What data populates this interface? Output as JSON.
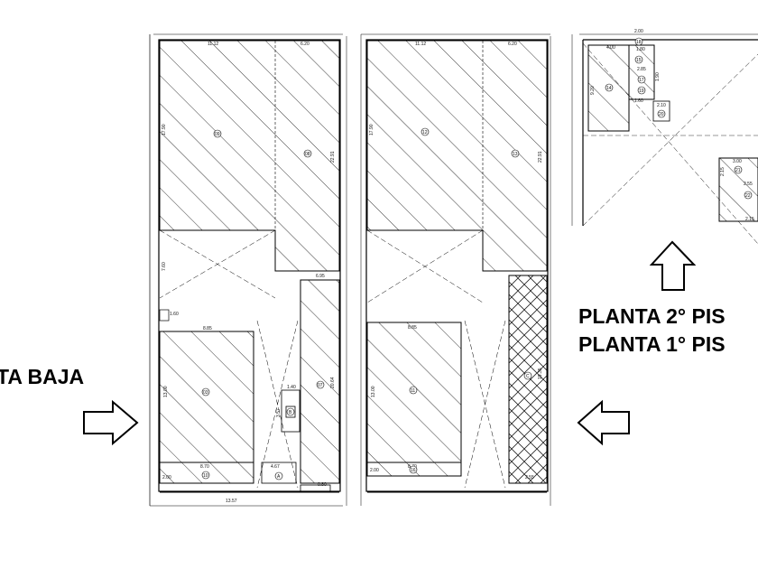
{
  "labels": {
    "planta_baja": "TA BAJA",
    "planta_2": "PLANTA 2° PIS",
    "planta_1": "PLANTA 1° PIS"
  },
  "dims": {
    "d_11_12": "11.12",
    "d_6_20": "6.20",
    "d_17_90": "17.90",
    "d_22_91": "22.91",
    "d_7_60": "7.60",
    "d_6_95": "6.95",
    "d_1_60": "1.60",
    "d_8_85": "8.85",
    "d_13_00": "13.00",
    "d_1_40": "1.40",
    "d_3_57": "3.57",
    "d_20_64": "20.64",
    "d_8_70": "8.70",
    "d_4_67": "4.67",
    "d_2_00": "2.00",
    "d_0_80": "0.80",
    "d_13_57": "13.57",
    "d_19_35": "19.35",
    "d_2_55": "2.55",
    "d_2_00b": "2.00",
    "d_4_00": "4.00",
    "d_1_80": "1.80",
    "d_2_85": "2.85",
    "d_1_90": "1.90",
    "d_9_20": "9.20",
    "d_2_10": "2.10",
    "d_3_00": "3.00",
    "d_2_15": "2.15",
    "d_2_55b": "2.55"
  },
  "lots": {
    "l_09": "09",
    "l_08": "08",
    "l_03": "03",
    "l_07": "07",
    "l_10": "10",
    "l_13": "13",
    "l_12": "12",
    "l_11": "11",
    "l_14": "14",
    "l_15": "15",
    "l_16": "16",
    "l_17": "17",
    "l_18": "18",
    "l_19": "19",
    "l_20": "20",
    "l_21": "21",
    "l_22": "22",
    "l_a": "A",
    "l_b": "B",
    "l_c": "C"
  }
}
